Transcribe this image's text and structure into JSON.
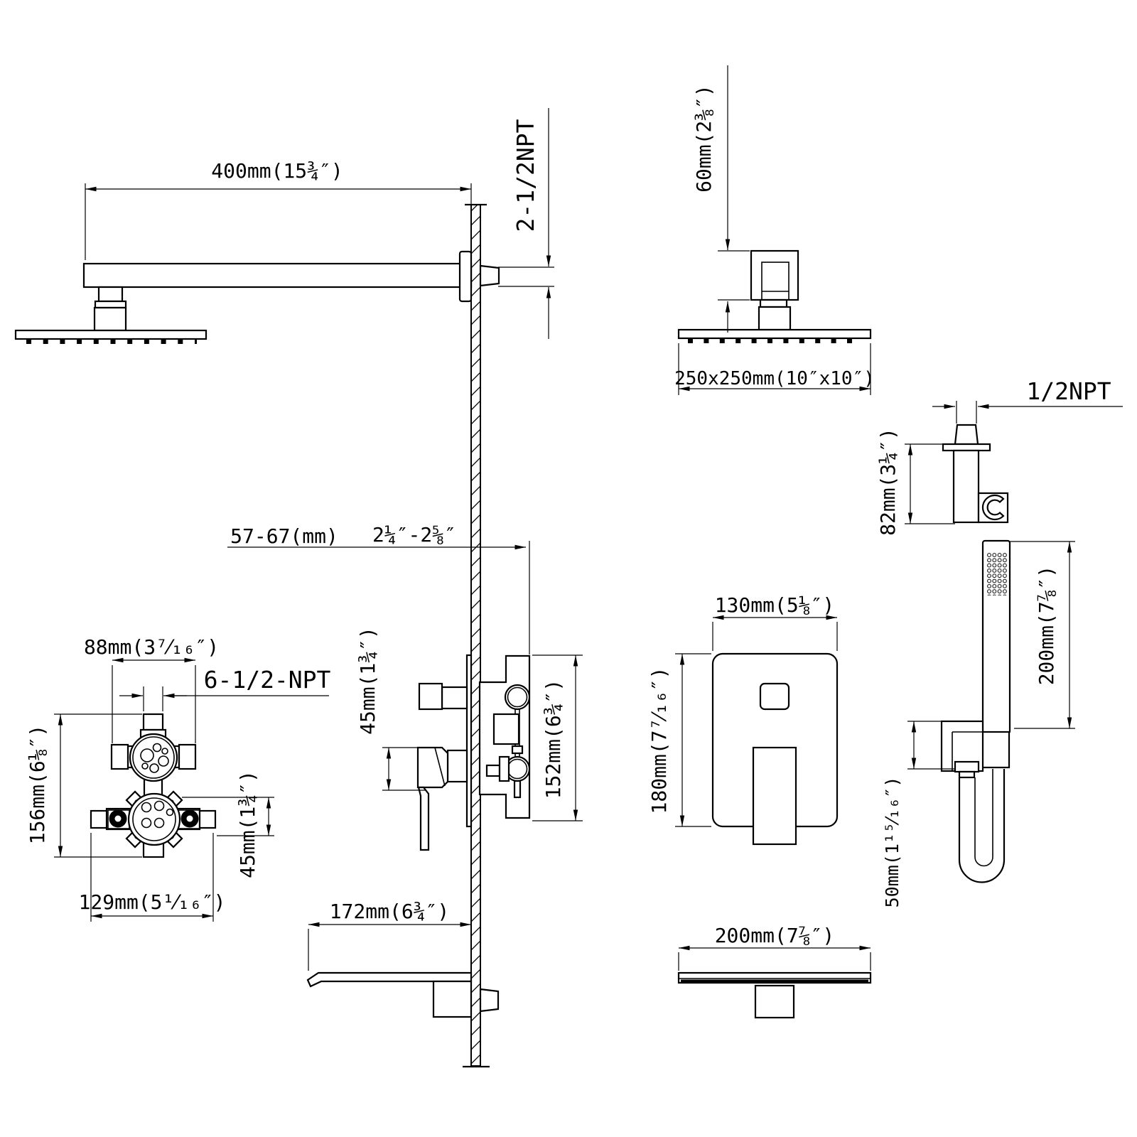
{
  "drawing": {
    "background": "#ffffff",
    "line_color": "#000000",
    "type": "shower-system-installation-dimension-diagram",
    "labels": {
      "arm_length": "400mm(15¾″)",
      "arm_thread": "2-1/2NPT",
      "head_drop": "60mm(2⅜″)",
      "head_size": "250x250mm(10″x10″)",
      "holder_thread": "1/2NPT",
      "holder_height": "82mm(3¼″)",
      "wand_length": "200mm(7⅞″)",
      "hose_drop": "50mm(1¹⁵⁄₁₆″)",
      "valve_top_width": "88mm(3⁷⁄₁₆″)",
      "valve_thread": "6-1/2-NPT",
      "valve_height": "156mm(6⅛″)",
      "valve_lower_offset": "45mm(1¾″)",
      "valve_bottom_width": "129mm(5¹⁄₁₆″)",
      "wall_depth_mm": "57-67(mm)",
      "wall_depth_in": "2¼″-2⅝″",
      "handle_height": "45mm(1¾″)",
      "trim_side_height": "152mm(6¾″)",
      "plate_width": "130mm(5⅛″)",
      "plate_height": "180mm(7⁷⁄₁₆″)",
      "spout_length": "172mm(6¾″)",
      "spout_top_width": "200mm(7⅞″)"
    }
  }
}
